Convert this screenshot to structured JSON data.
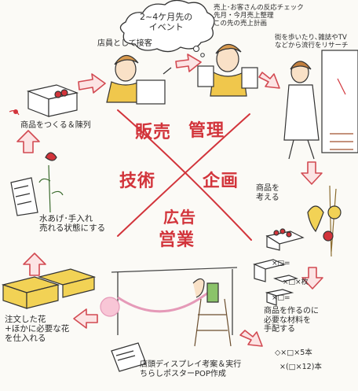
{
  "center": {
    "hanbai": "販売",
    "kanri": "管理",
    "gijutsu": "技術",
    "kikaku": "企画",
    "koukoku": "広告",
    "eigyou": "営業"
  },
  "cloud_text": "2~4ケ月先の\nイベント",
  "top_note": "売上･お客さんの反応チェック\n先月・今月売上整理\nこの先の売上計画",
  "steps": {
    "serve": "店員として接客",
    "research": "街を歩いたり､雑誌やTV\nなどから流行をリサーチ",
    "make_display": "商品をつくる＆陳列",
    "think_products": "商品を\n考える",
    "mizuage": "水あげ･手入れ\n売れる状態にする",
    "materials": "商品を作るのに\n必要な材料を\n手配する",
    "order": "注文した花\n+ほかに必要な花\nを仕入れる",
    "display_pop": "店頭ディスプレイ考案＆実行\nちらしポスターPOP作成"
  },
  "calc": {
    "a": "×□=",
    "b": "×□×枚",
    "c": "×□=",
    "d": "◇×□×5本",
    "e": "×(□×12)本"
  }
}
